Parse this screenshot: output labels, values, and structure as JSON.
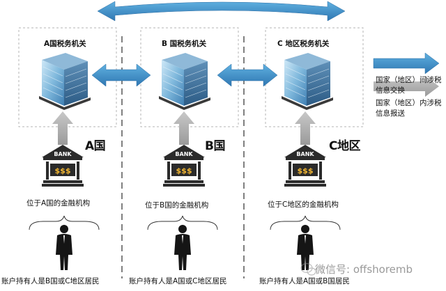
{
  "authorities": [
    {
      "title": "A国税务机关",
      "country": "A国",
      "fi_label": "位于A国的金融机构",
      "holder_label": "账户持有人是B国或C地区居民"
    },
    {
      "title": "B 国税务机关",
      "country": "B国",
      "fi_label": "位于B国的金融机构",
      "holder_label": "账户持有人是A国或C地区居民"
    },
    {
      "title": "C 地区税务机关",
      "country": "C地区",
      "fi_label": "位于C地区的金融机构",
      "holder_label": "账户持有人是A国或B国居民"
    }
  ],
  "bank": {
    "name": "BANK",
    "symbol": "$$$"
  },
  "legend": [
    {
      "label": "国家（地区）间涉税信息交换",
      "color": "#3e8ec4"
    },
    {
      "label": "国家（地区）内涉税信息报送",
      "color": "#a7a7a7"
    }
  ],
  "watermark": {
    "text": "微信号: offshoremb"
  },
  "colors": {
    "exchange_arrow": "#3e8ec4",
    "report_arrow": "#a7a7a7",
    "dashed_box": "#b4b4b4",
    "divider": "#555555"
  }
}
